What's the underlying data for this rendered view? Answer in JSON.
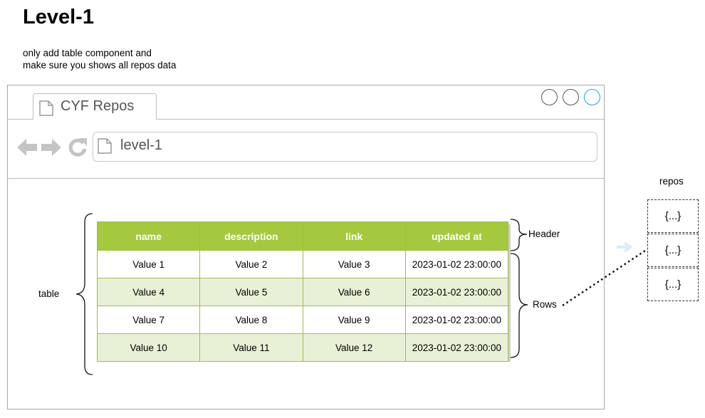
{
  "heading": "Level-1",
  "instructions": [
    "only add table component and",
    "make sure you shows all repos data"
  ],
  "browser": {
    "tab_title": "CYF Repos",
    "url": "level-1"
  },
  "table": {
    "columns": [
      "name",
      "description",
      "link",
      "updated at"
    ],
    "rows": [
      [
        "Value 1",
        "Value 2",
        "Value 3",
        "2023-01-02 23:00:00"
      ],
      [
        "Value 4",
        "Value 5",
        "Value 6",
        "2023-01-02 23:00:00"
      ],
      [
        "Value 7",
        "Value 8",
        "Value 9",
        "2023-01-02 23:00:00"
      ],
      [
        "Value 10",
        "Value 11",
        "Value 12",
        "2023-01-02 23:00:00"
      ]
    ]
  },
  "annotations": {
    "table": "table",
    "header": "Header",
    "rows": "Rows"
  },
  "repos": {
    "title": "repos",
    "items": [
      "{...}",
      "{...}",
      "{...}"
    ]
  },
  "colors": {
    "header_green": "#a5c93e",
    "row_alt": "#e8f1d6",
    "window_button_active": "#1ba1e2"
  }
}
